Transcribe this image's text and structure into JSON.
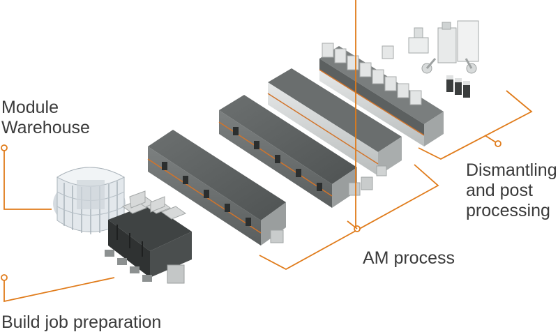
{
  "labels": {
    "module_warehouse": [
      "Module",
      "Warehouse"
    ],
    "build_job_preparation": [
      "Build job preparation"
    ],
    "am_process": [
      "AM process"
    ],
    "dismantling": [
      "Dismantling",
      "and post",
      "processing"
    ]
  },
  "colors": {
    "accent": "#e07b1a",
    "machine_dark": "#5b5f5f",
    "machine_side": "#8a8e8e",
    "machine_light": "#d7d9d9",
    "warehouse": "#dfe5ea",
    "text": "#3a3a3a"
  }
}
